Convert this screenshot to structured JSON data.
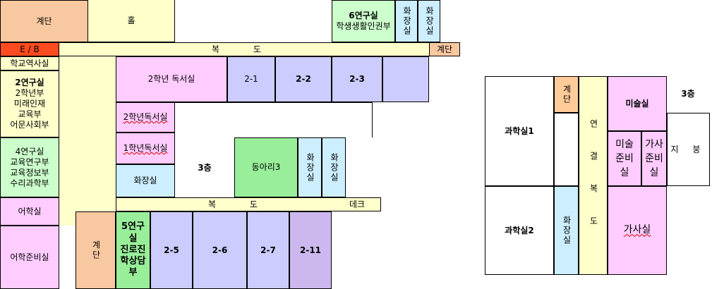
{
  "left": {
    "stair_top": "계단",
    "hall": "홀",
    "research6": "6연구실",
    "research6_sub": "학생생활인권부",
    "restroom": "화장실",
    "eb": "E / B",
    "corridor_top": "복 도",
    "stair_right": "계단",
    "history_room": "학교역사실",
    "research2_title": "2연구실",
    "research2_lines": [
      "2학년부",
      "미래인재",
      "교육부",
      "어문사회부"
    ],
    "reading_room": "2학년 독서실",
    "class_2_1": "2-1",
    "class_2_2": "2-2",
    "class_2_3": "2-3",
    "reading_room_2": "2학년독서실",
    "reading_room_1": "1학년독서실",
    "restroom_small": "화장실",
    "floor_label": "3층",
    "club3": "동아리3",
    "research4_lines": [
      "4연구실",
      "교육연구부",
      "교육정보부",
      "수리과학부"
    ],
    "corridor_mid": "복 도",
    "deck": "데크",
    "lang_room": "어학실",
    "lang_prep": "어학준비실",
    "stair_bottom": "계단",
    "research5_title": "5연구실",
    "research5_sub": "진로진학상담부",
    "class_2_5": "2-5",
    "class_2_6": "2-6",
    "class_2_7": "2-7",
    "class_2_11": "2-11"
  },
  "right": {
    "stair": "계단",
    "art_room": "미술실",
    "floor_label": "3층",
    "science1": "과학실1",
    "art_prep": "미술준비실",
    "home_prep": "가사준비실",
    "roof": "지 붕",
    "link_corridor": "연 결 복 도",
    "restroom": "화장실",
    "science2": "과학실2",
    "home_room": "가사실"
  }
}
